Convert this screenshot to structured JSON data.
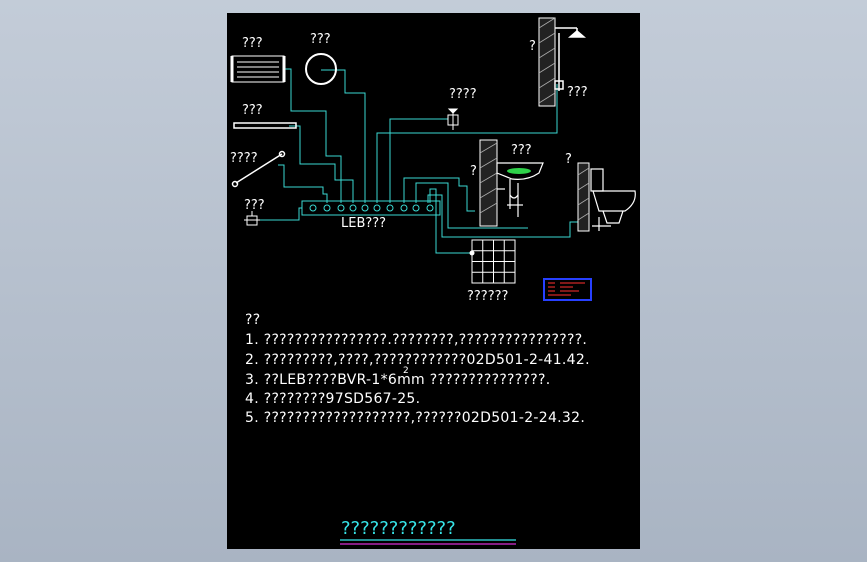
{
  "labels": {
    "towel_rack": "???",
    "mirror": "???",
    "shower": "?",
    "shower_valve": "???",
    "wash_valve": "????",
    "towel_bar": "???",
    "grab_bar": "????",
    "socket": "???",
    "washbasin": "???",
    "basin_wall": "?",
    "toilet": "?",
    "leb_box": "LEB???",
    "floor_grid": "??????"
  },
  "notes": {
    "header": "??",
    "lines": [
      "1. ????????????????.????????,????????????????.",
      "2. ?????????,????,????????????02D501-2-41.42.",
      "3. ??LEB????BVR-1*6mm  ???????????????.",
      "4. ????????97SD567-25.",
      "5. ???????????????????,??????02D501-2-24.32."
    ],
    "superscript": "2"
  },
  "title": "????????????",
  "colors": {
    "background": "#000000",
    "wire": "#3ad9d2",
    "equipment": "#ffffff",
    "title": "#37e4e8",
    "underline_magenta": "#d62fd6",
    "legend_border": "#2740ff",
    "legend_text": "#ff3030",
    "basin_fill": "#2fd24a"
  }
}
